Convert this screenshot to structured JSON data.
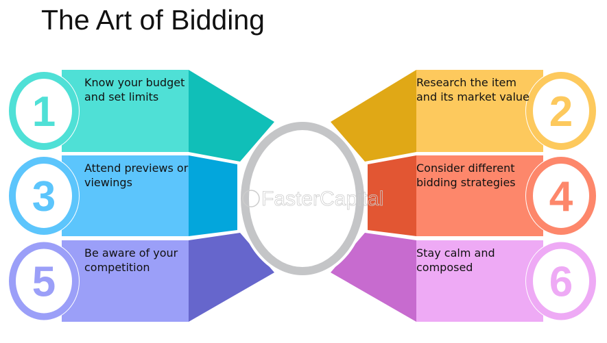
{
  "title": "The Art of Bidding",
  "watermark": "FasterCapital",
  "steps": [
    {
      "number": "1",
      "text": "Know your budget and set limits",
      "light": "#4fe0d6",
      "dark": "#10bfb8"
    },
    {
      "number": "2",
      "text": "Research the item and its market value",
      "light": "#fdc95d",
      "dark": "#e0a816"
    },
    {
      "number": "3",
      "text": "Attend previews or viewings",
      "light": "#5cc5fc",
      "dark": "#03a6dc"
    },
    {
      "number": "4",
      "text": "Consider different bidding strategies",
      "light": "#fd876b",
      "dark": "#e25633"
    },
    {
      "number": "5",
      "text": "Be aware of your competition",
      "light": "#9b9ff8",
      "dark": "#6666cc"
    },
    {
      "number": "6",
      "text": "Stay calm and composed",
      "light": "#eeaaf5",
      "dark": "#c76bcf"
    }
  ]
}
